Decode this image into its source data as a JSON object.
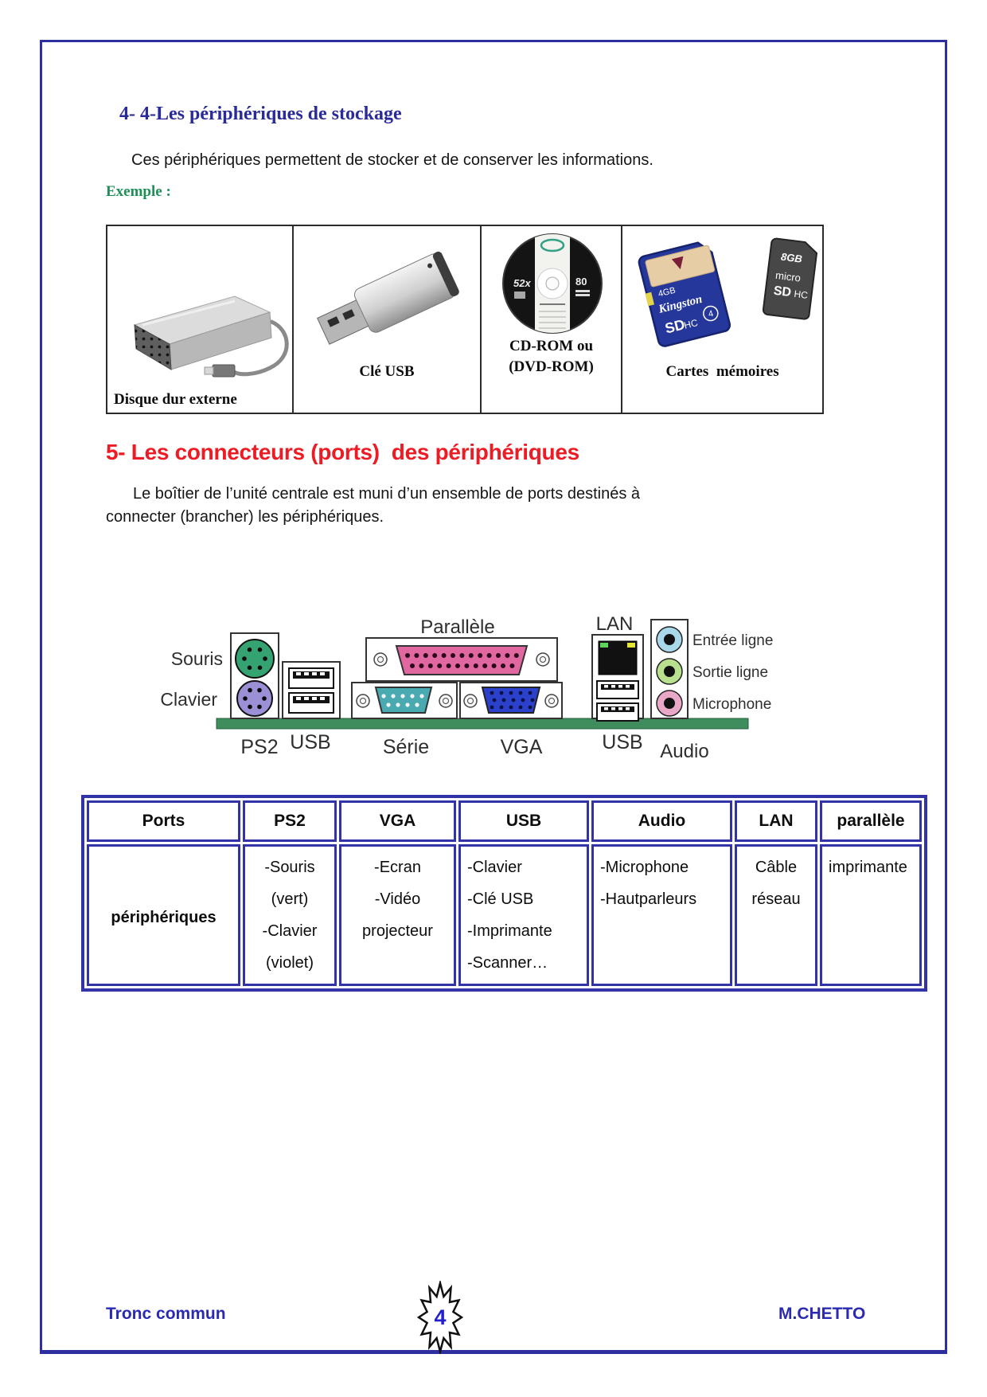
{
  "colors": {
    "frame_blue": "#2e2f9e",
    "heading_blue": "#2a2a9a",
    "example_green": "#1f8f58",
    "section5_red": "#ed1b24",
    "table_border_blue": "#3233a6",
    "footer_blue": "#2a2ab2",
    "board_green": "#3f8d5c"
  },
  "section4": {
    "heading": "4- 4-Les périphériques de stockage",
    "intro": "Ces périphériques permettent de stocker et de conserver les informations.",
    "example_label": "Exemple :"
  },
  "storage": {
    "hdd_label": "Disque dur externe",
    "usb_label": "Clé USB",
    "cd_label1": "CD-ROM ou",
    "cd_label2": "(DVD-ROM)",
    "cards_label": "Cartes  mémoires",
    "cd_speed": "52x",
    "cd_duration": "80",
    "sd_brand": "Kingston",
    "sd_capacity": "4GB",
    "sd_class": "4",
    "sd_type_sd": "SD",
    "sd_type_hc": "HC",
    "microsd_capacity": "8GB",
    "microsd_line1": "micro",
    "microsd_line2": "SD",
    "microsd_line3": "HC"
  },
  "section5": {
    "heading": "5- Les connecteurs (ports)  des périphériques",
    "intro1": "Le boîtier de l’unité centrale est muni d’un ensemble de ports destinés à",
    "intro2": "connecter (brancher) les périphériques."
  },
  "diagram": {
    "souris": "Souris",
    "clavier": "Clavier",
    "parallele": "Parallèle",
    "lan": "LAN",
    "entree": "Entrée ligne",
    "sortie": "Sortie ligne",
    "micro": "Microphone",
    "ps2": "PS2",
    "usb_left": "USB",
    "serie": "Série",
    "vga": "VGA",
    "usb_right": "USB",
    "audio": "Audio"
  },
  "table": {
    "headers": [
      "Ports",
      "PS2",
      "VGA",
      "USB",
      "Audio",
      "LAN",
      "parallèle"
    ],
    "row_label": "périphériques",
    "ps2": [
      "-Souris",
      "(vert)",
      "-Clavier",
      "(violet)"
    ],
    "vga": [
      "-Ecran",
      "-Vidéo",
      "projecteur"
    ],
    "usb": [
      "-Clavier",
      "-Clé USB",
      "-Imprimante",
      "-Scanner…"
    ],
    "audio": [
      "-Microphone",
      "-Hautparleurs"
    ],
    "lan": [
      "Câble",
      "réseau"
    ],
    "parallele": [
      "imprimante"
    ]
  },
  "footer": {
    "left": "Tronc commun",
    "page": "4",
    "right": "M.CHETTO"
  }
}
